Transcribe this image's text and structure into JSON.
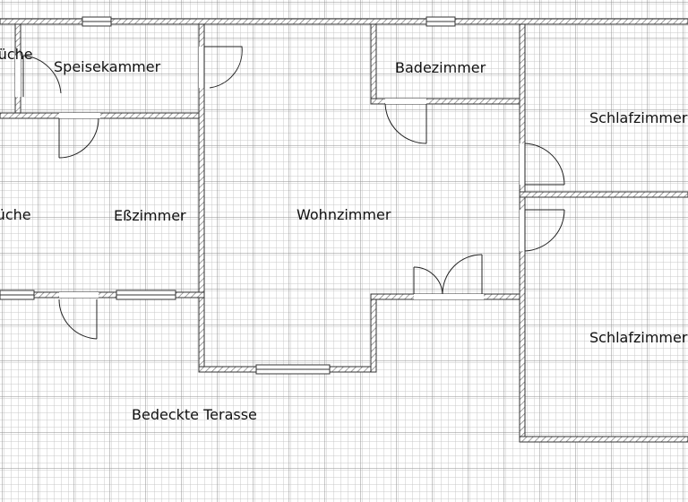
{
  "rooms": [
    {
      "id": "kueche",
      "label": "Küche"
    },
    {
      "id": "speisekammer",
      "label": "Speisekammer"
    },
    {
      "id": "esszimmer",
      "label": "Eßzimmer"
    },
    {
      "id": "wohnzimmer",
      "label": "Wohnzimmer"
    },
    {
      "id": "badezimmer",
      "label": "Badezimmer"
    },
    {
      "id": "schlafzimmer-1",
      "label": "Schlafzimmer"
    },
    {
      "id": "schlafzimmer-2",
      "label": "Schlafzimmer"
    },
    {
      "id": "terasse",
      "label": "Bedeckte Terasse"
    }
  ],
  "colors": {
    "grid_minor": "#c9c9c9",
    "grid_major": "#8f8f8f",
    "wall_outline": "#333333",
    "wall_hatch": "#777777",
    "text": "#111111"
  }
}
